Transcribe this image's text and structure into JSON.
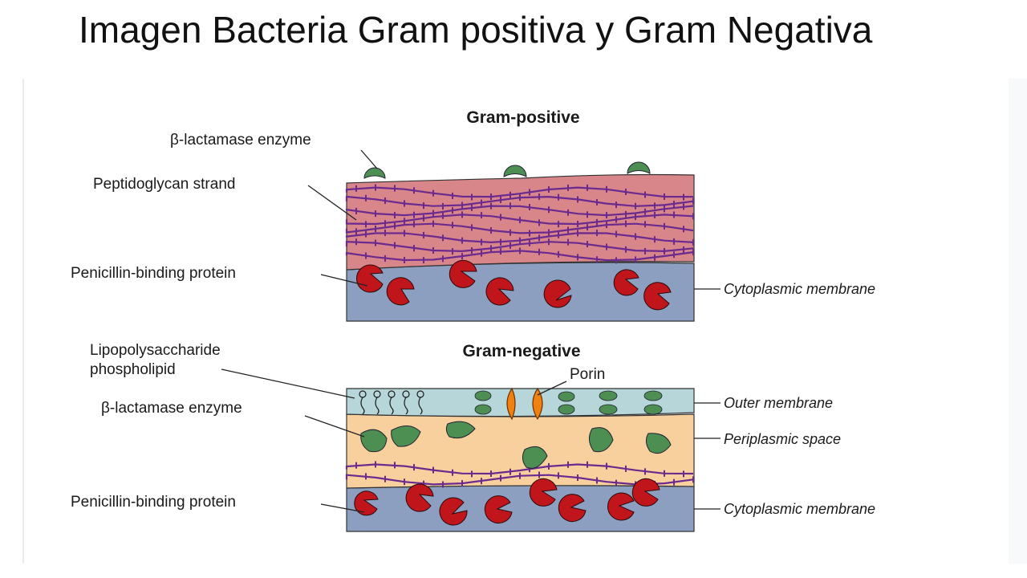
{
  "slide": {
    "title": "Imagen Bacteria Gram positiva y Gram Negativa"
  },
  "diagram": {
    "gram_positive": {
      "heading": "Gram-positive",
      "beta_lactamase_label": "β-lactamase enzyme",
      "peptidoglycan_label": "Peptidoglycan strand",
      "pbp_label": "Penicillin-binding protein",
      "cytoplasmic_label": "Cytoplasmic membrane"
    },
    "gram_negative": {
      "heading": "Gram-negative",
      "lps_label_line1": "Lipopolysaccharide",
      "lps_label_line2": "phospholipid",
      "porin_label": "Porin",
      "beta_lactamase_label": "β-lactamase enzyme",
      "pbp_label": "Penicillin-binding protein",
      "outer_membrane_label": "Outer membrane",
      "periplasmic_label": "Periplasmic space",
      "cytoplasmic_label": "Cytoplasmic membrane"
    },
    "colors": {
      "peptidoglycan_layer": "#d8868a",
      "peptidoglycan_strand": "#6a2a8e",
      "cytoplasm": "#8c9fc0",
      "outer_membrane": "#b7d6d9",
      "periplasm": "#f8d09e",
      "enzyme_green": "#4d8f52",
      "pbp_red": "#c1151c",
      "porin_orange": "#f08010"
    }
  }
}
